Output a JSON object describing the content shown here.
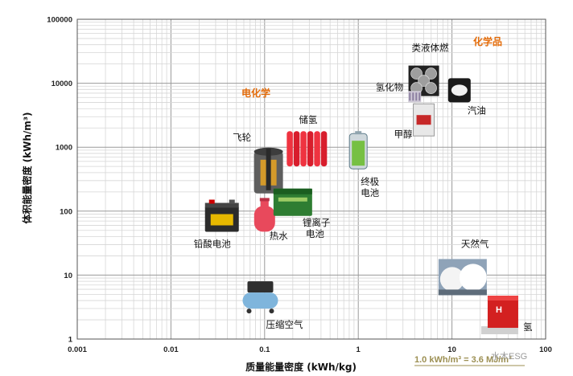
{
  "chart_data": {
    "type": "scatter",
    "title": "",
    "xlabel": "质量能量密度 (kWh/kg)",
    "ylabel": "体积能量密度 (kWh/m³)",
    "x_scale": "log",
    "y_scale": "log",
    "xlim": [
      0.001,
      100
    ],
    "ylim": [
      1,
      100000
    ],
    "x_ticks": [
      "0.001",
      "0.01",
      "0.1",
      "1",
      "10",
      "100"
    ],
    "y_ticks": [
      "1",
      "10",
      "100",
      "1000",
      "10000",
      "100000"
    ],
    "grid": true,
    "categories": [
      {
        "name": "电化学",
        "color": "#e46c0a"
      },
      {
        "name": "化学品",
        "color": "#e46c0a"
      }
    ],
    "points": [
      {
        "name": "铅酸电池",
        "icon": "car-battery-icon",
        "x": 0.035,
        "y": 80
      },
      {
        "name": "飞轮",
        "icon": "flywheel-icon",
        "x": 0.11,
        "y": 450
      },
      {
        "name": "热水",
        "icon": "hot-water-bottle-icon",
        "x": 0.1,
        "y": 85
      },
      {
        "name": "压缩空气",
        "icon": "air-compressor-icon",
        "x": 0.09,
        "y": 4
      },
      {
        "name": "储氢",
        "icon": "hydrogen-cylinders-icon",
        "x": 0.3,
        "y": 1000
      },
      {
        "name": "锂离子电池",
        "icon": "li-ion-battery-icon",
        "x": 0.2,
        "y": 150
      },
      {
        "name": "终极电池",
        "icon": "ultimate-battery-icon",
        "x": 1.0,
        "y": 1000
      },
      {
        "name": "类液体燃",
        "icon": "fuel-spheres-icon",
        "x": 5.0,
        "y": 10000
      },
      {
        "name": "氢化物",
        "icon": "hydride-icon",
        "x": 4.0,
        "y": 6000
      },
      {
        "name": "甲醇",
        "icon": "methanol-can-icon",
        "x": 5.0,
        "y": 3000
      },
      {
        "name": "汽油",
        "icon": "gasoline-drum-icon",
        "x": 12.0,
        "y": 8000
      },
      {
        "name": "天然气",
        "icon": "natural-gas-tanks-icon",
        "x": 13.0,
        "y": 10
      },
      {
        "name": "氢",
        "icon": "hydrogen-box-icon",
        "x": 33.0,
        "y": 2
      }
    ],
    "annotation": "1.0 kWh/m³ = 3.6 MJ/m³",
    "watermark": "水木ESG"
  }
}
